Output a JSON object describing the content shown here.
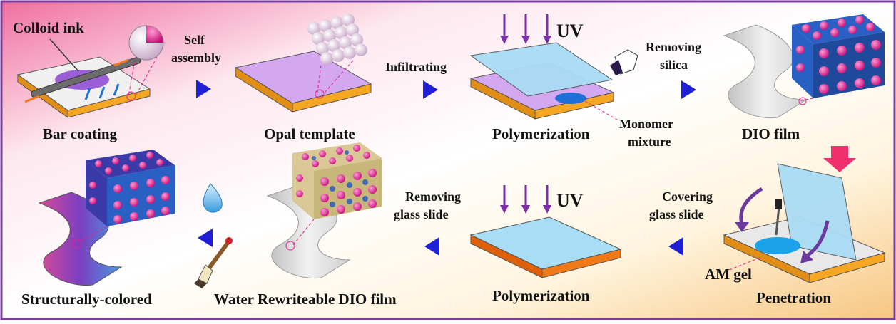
{
  "steps": {
    "bar_coating": "Bar coating",
    "colloid_ink": "Colloid ink",
    "self": "Self",
    "assembly": "assembly",
    "opal_template": "Opal template",
    "infiltrating": "Infiltrating",
    "uv_top": "UV",
    "polymerization_top": "Polymerization",
    "monomer": "Monomer",
    "mixture": "mixture",
    "removing": "Removing",
    "silica": "silica",
    "dio_film": "DIO film",
    "covering": "Covering",
    "glass_slide": "glass slide",
    "am_gel": "AM gel",
    "penetration": "Penetration",
    "removing2": "Removing",
    "glass_slide2": "glass slide",
    "uv_bottom": "UV",
    "polymerization_bottom": "Polymerization",
    "water_rewriteable": "Water Rewriteable DIO film",
    "structurally_colored": "Structurally-colored"
  },
  "colors": {
    "frame": "#7b3fa0",
    "arrow_blue": "#1f1fd6",
    "arrow_pink": "#f0306e",
    "uv_arrow": "#7a2fa8",
    "substrate_top": "#f2f2f2",
    "substrate_side": "#f5a623",
    "pink_sphere": "#e6208f",
    "blue_cube": "#2a5fc4",
    "light_blue": "#a9dcf5"
  }
}
